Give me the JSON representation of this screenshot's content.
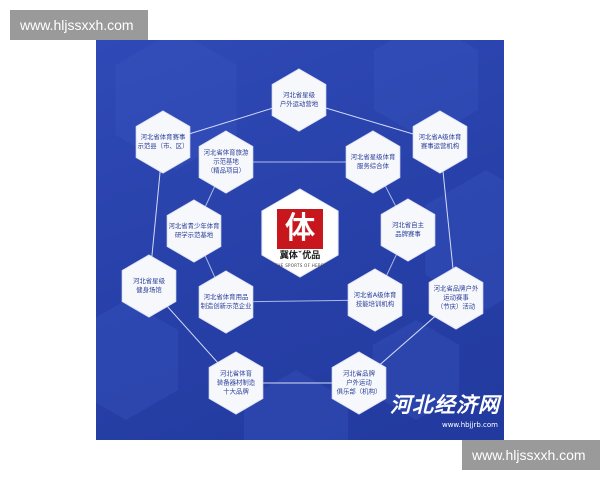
{
  "watermarks": {
    "top": "www.hljssxxh.com",
    "bottom": "www.hljssxxh.com"
  },
  "center": {
    "logo_glyph": "体",
    "name": "冀体ˇ优品",
    "subtitle": "THE SPORTS OF HEBEI"
  },
  "brand": {
    "name": "河北经济网",
    "url": "www.hbjjrb.com"
  },
  "outer_nodes": [
    {
      "lines": [
        "河北省星级",
        "户外运动营地"
      ]
    },
    {
      "lines": [
        "河北省A级体育",
        "赛事运营机构"
      ]
    },
    {
      "lines": [
        "河北省品牌户外",
        "运动赛事",
        "（节庆）活动"
      ]
    },
    {
      "lines": [
        "河北省品牌",
        "户外运动",
        "俱乐部（机构）"
      ]
    },
    {
      "lines": [
        "河北省体育",
        "装备器材制造",
        "十大品牌"
      ]
    },
    {
      "lines": [
        "河北省星级",
        "健身场馆"
      ]
    },
    {
      "lines": [
        "河北省体育赛事",
        "示范县（市、区）"
      ]
    }
  ],
  "inner_nodes": [
    {
      "lines": [
        "河北省星级体育",
        "服务综合体"
      ]
    },
    {
      "lines": [
        "河北省自主",
        "品牌赛事"
      ]
    },
    {
      "lines": [
        "河北省A级体育",
        "技能培训机构"
      ]
    },
    {
      "lines": [
        "河北省体育用品",
        "制造创新示范企业"
      ]
    },
    {
      "lines": [
        "河北省青少年体育",
        "研学示范基地"
      ]
    },
    {
      "lines": [
        "河北省体育旅游",
        "示范基地",
        "（精品项目）"
      ]
    }
  ],
  "colors": {
    "panel": "#2b44ad",
    "hex_fill": "#f7f8fb",
    "hex_text": "#2a3f9a",
    "logo_red": "#c8161d"
  }
}
